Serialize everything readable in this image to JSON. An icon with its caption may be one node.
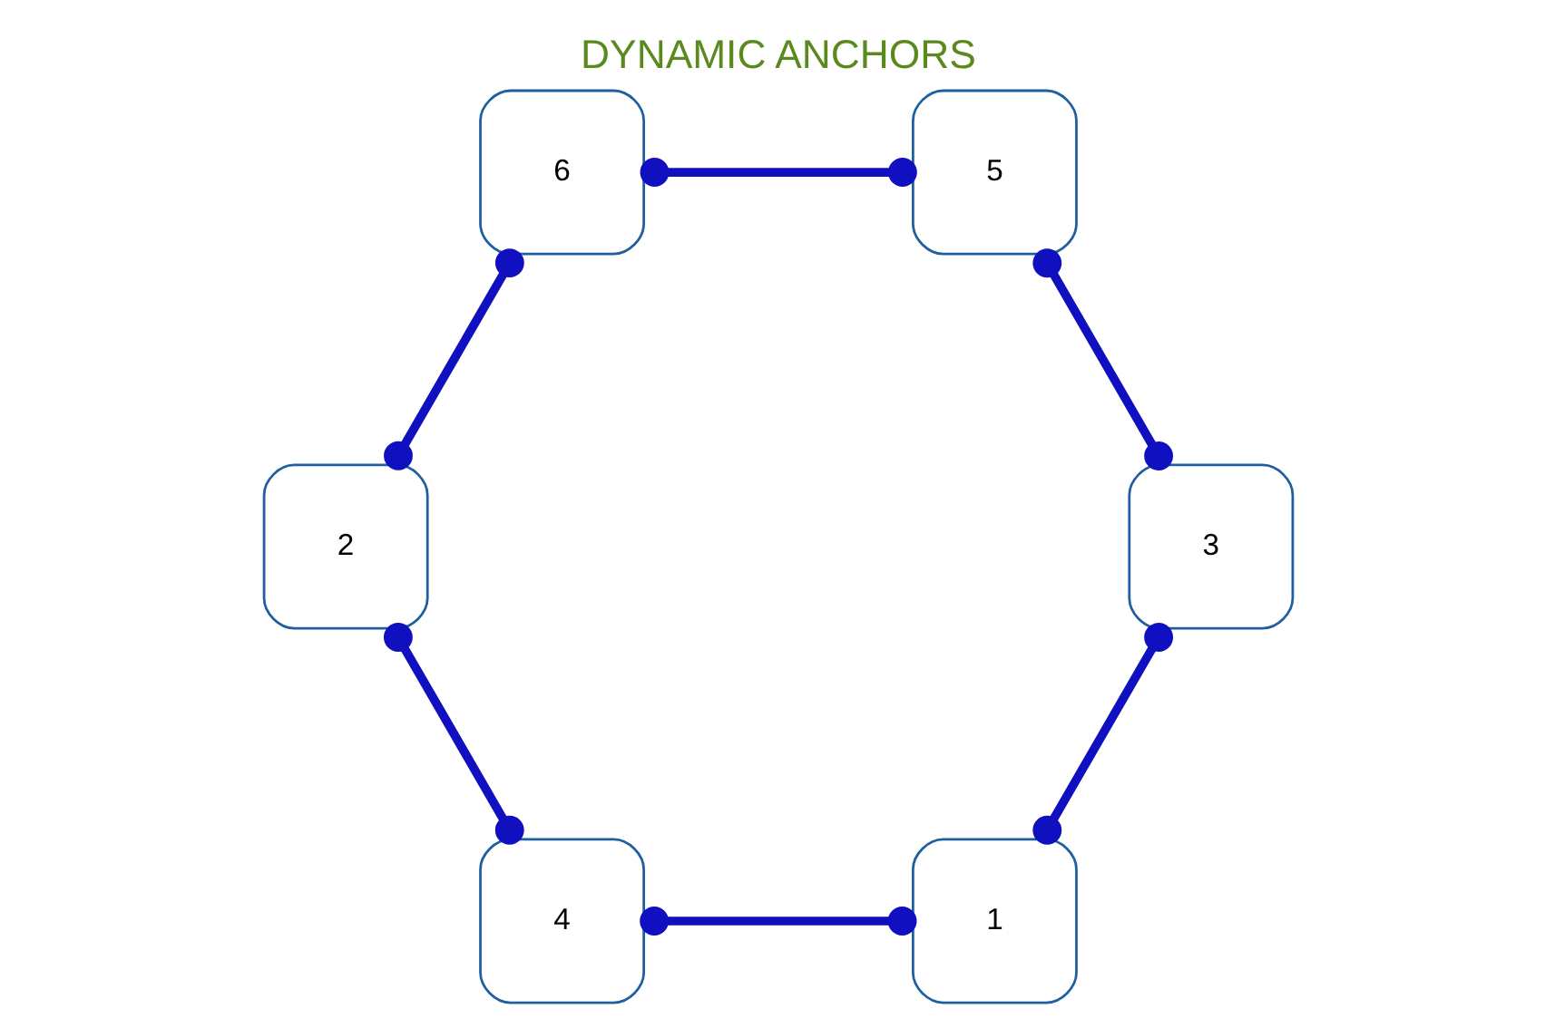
{
  "diagram": {
    "title": "DYNAMIC ANCHORS",
    "nodes": [
      {
        "text": [
          "1"
        ]
      },
      {
        "text": [
          "2"
        ]
      },
      {
        "text": [
          "4"
        ]
      },
      {
        "text": [
          "6"
        ]
      },
      {
        "text": [
          "3"
        ]
      },
      {
        "text": [
          "5"
        ]
      }
    ],
    "edges": [
      {
        "from": 0,
        "to": 4,
        "arrow": "other"
      },
      {
        "from": 0,
        "to": 2,
        "arrow": "other"
      },
      {
        "from": 2,
        "to": 1,
        "arrow": "other"
      },
      {
        "from": 1,
        "to": 3,
        "arrow": "other"
      },
      {
        "from": 3,
        "to": 5,
        "arrow": "other"
      },
      {
        "from": 5,
        "to": 4,
        "arrow": "other"
      }
    ]
  }
}
